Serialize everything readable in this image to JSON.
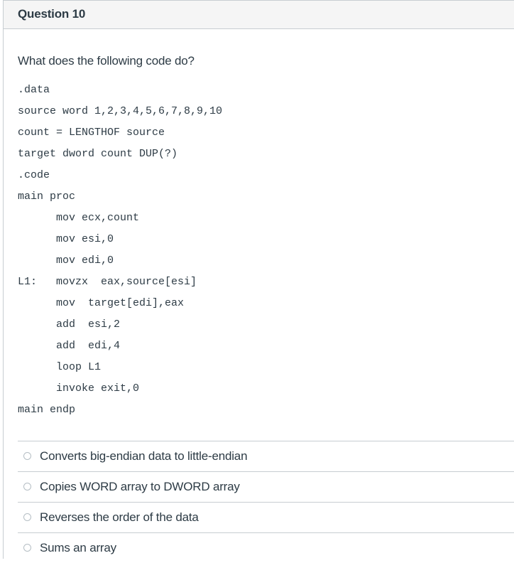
{
  "question": {
    "title": "Question 10",
    "prompt": "What does the following code do?"
  },
  "code_lines": [
    {
      "indent": false,
      "text": ".data"
    },
    {
      "indent": false,
      "text": "source word 1,2,3,4,5,6,7,8,9,10"
    },
    {
      "indent": false,
      "text": "count = LENGTHOF source"
    },
    {
      "indent": false,
      "text": "target dword count DUP(?)"
    },
    {
      "indent": false,
      "text": ".code"
    },
    {
      "indent": false,
      "text": "main proc"
    },
    {
      "indent": true,
      "text": "mov ecx,count"
    },
    {
      "indent": true,
      "text": "mov esi,0"
    },
    {
      "indent": true,
      "text": "mov edi,0"
    },
    {
      "indent": false,
      "label": "L1:",
      "text": "movzx  eax,source[esi]"
    },
    {
      "indent": true,
      "text": "mov  target[edi],eax"
    },
    {
      "indent": true,
      "text": "add  esi,2"
    },
    {
      "indent": true,
      "text": "add  edi,4"
    },
    {
      "indent": true,
      "text": "loop L1"
    },
    {
      "indent": true,
      "text": "invoke exit,0"
    },
    {
      "indent": false,
      "text": "main endp"
    }
  ],
  "answers": [
    "Converts big-endian data to little-endian",
    "Copies WORD array to DWORD array",
    "Reverses the order of the data",
    "Sums an array"
  ]
}
